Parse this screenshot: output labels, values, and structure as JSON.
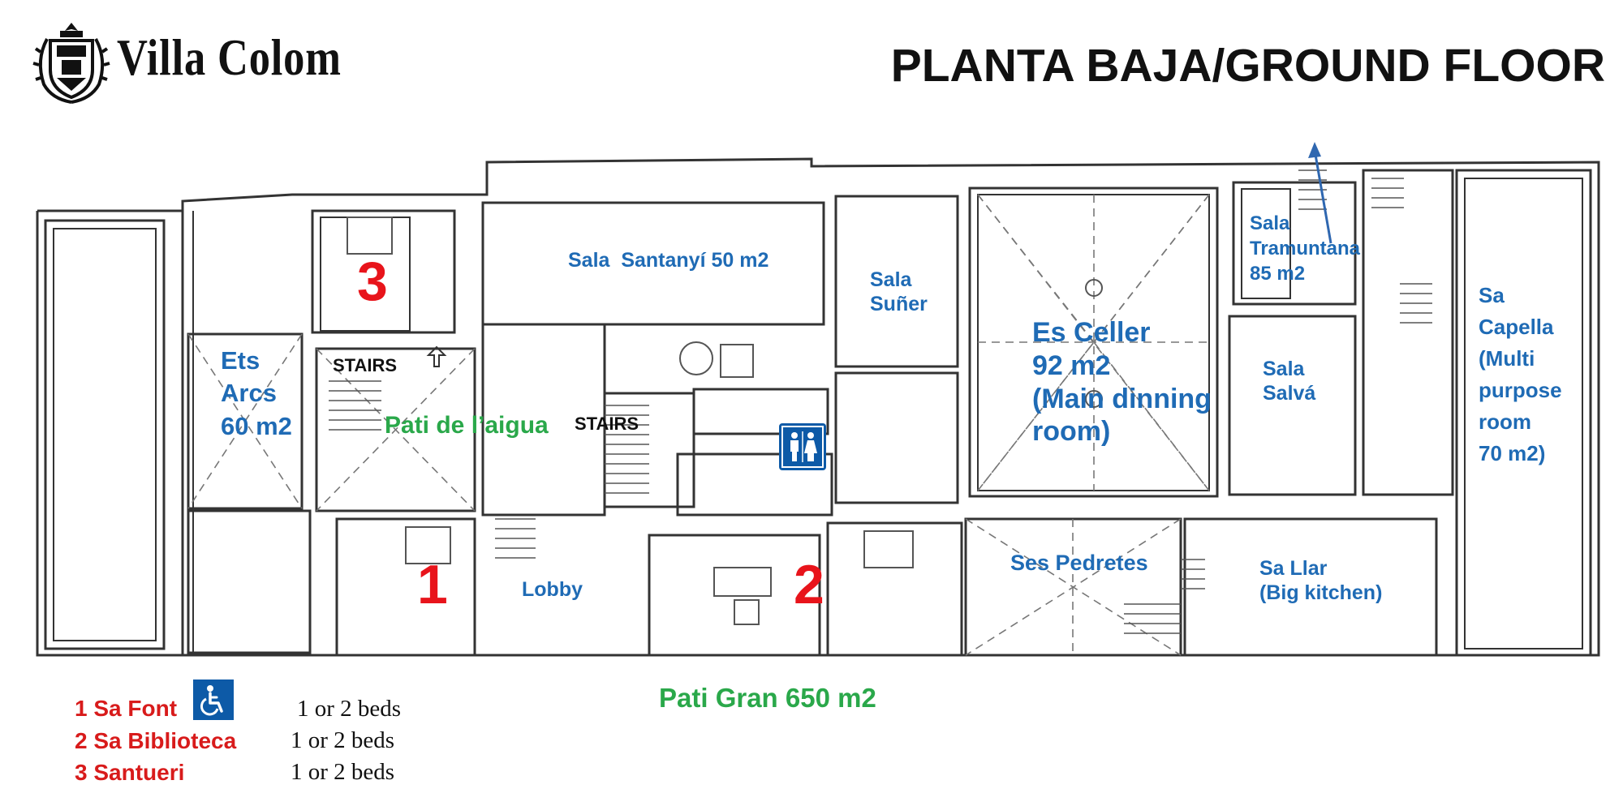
{
  "brand": {
    "name": "Villa Colom",
    "logo_icon": "coat-of-arms-icon"
  },
  "title": "PLANTA BAJA/GROUND FLOOR",
  "rooms": {
    "santanyi": "Sala  Santanyí 50 m2",
    "suner": "Sala\nSuñer",
    "celler": "Es Celler\n92 m2\n(Main dinning\nroom)",
    "tramuntana": "Sala\nTramuntana\n85 m2",
    "salva": "Sala\nSalvá",
    "capella": "Sa\nCapella\n(Multi\npurpose\nroom\n70 m2)",
    "arcs": "Ets\nArcs\n60 m2",
    "pati_aigua": "Pati de l’aigua",
    "lobby": "Lobby",
    "pedretes": "Ses Pedretes",
    "llar": "Sa Llar\n(Big kitchen)",
    "pati_gran": "Pati Gran  650 m2"
  },
  "labels": {
    "stairs_1": "STAIRS",
    "stairs_2": "STAIRS"
  },
  "room_numbers": {
    "one": "1",
    "two": "2",
    "three": "3"
  },
  "icons": {
    "restroom": "restroom-icon",
    "wheelchair": "wheelchair-accessible-icon"
  },
  "legend": [
    {
      "name": "1 Sa Font",
      "beds": "1 or 2 beds",
      "accessible": true
    },
    {
      "name": "2 Sa Biblioteca",
      "beds": "1 or 2 beds",
      "accessible": false
    },
    {
      "name": "3 Santueri",
      "beds": "1 or 2 beds",
      "accessible": false
    }
  ],
  "colors": {
    "room_label": "#1f6bb5",
    "patio_label": "#2aa84a",
    "room_number": "#e8141b",
    "icon_blue": "#0d5aa7"
  }
}
